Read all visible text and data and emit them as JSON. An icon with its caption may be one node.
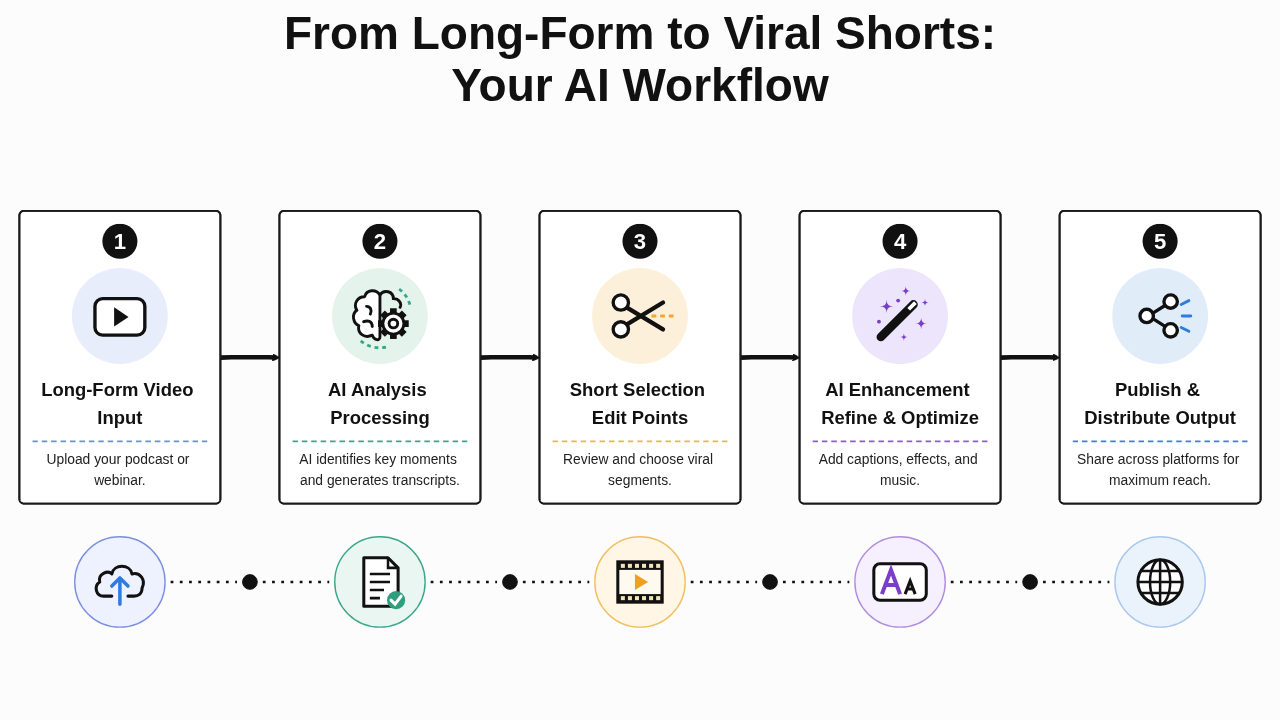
{
  "diagram": {
    "title": "From Long-Form to Viral Shorts: Your AI Workflow",
    "nodes": [
      {
        "text": [
          "1",
          "Long-Form Video Input",
          "Upload your podcast or webinar."
        ]
      },
      {
        "text": [
          "2",
          "AI Analysis Processing",
          "AI identifies key moments and generates transcripts."
        ]
      },
      {
        "text": [
          "3",
          "Short Selection Edit Points",
          "Review and choose viral segments."
        ]
      },
      {
        "text": [
          "4",
          "AI Enhancement Refine & Optimize",
          "Add captions, effects, and music."
        ]
      },
      {
        "text": [
          "5",
          "Publish & Distribute Output",
          "Share across platforms for maximum reach."
        ]
      },
      {
        "text": [],
        "shape": "circle"
      },
      {
        "text": [],
        "shape": "dot"
      },
      {
        "text": [],
        "shape": "circle"
      },
      {
        "text": [],
        "shape": "dot"
      },
      {
        "text": [],
        "shape": "circle"
      },
      {
        "text": [],
        "shape": "dot"
      },
      {
        "text": [],
        "shape": "circle"
      },
      {
        "text": [],
        "shape": "dot"
      },
      {
        "text": [],
        "shape": "circle"
      }
    ],
    "edges": [
      {
        "from": 0,
        "to": 1,
        "arrow": "to",
        "style": "thick"
      },
      {
        "from": 1,
        "to": 2,
        "arrow": "to",
        "style": "thick"
      },
      {
        "from": 2,
        "to": 3,
        "arrow": "to",
        "style": "thick"
      },
      {
        "from": 3,
        "to": 4,
        "arrow": "to",
        "style": "thick"
      },
      {
        "from": 5,
        "to": 6,
        "arrow": "none",
        "style": "dashed"
      },
      {
        "from": 6,
        "to": 7,
        "arrow": "none",
        "style": "dashed"
      },
      {
        "from": 7,
        "to": 8,
        "arrow": "none",
        "style": "dashed"
      },
      {
        "from": 8,
        "to": 9,
        "arrow": "none",
        "style": "dashed"
      },
      {
        "from": 9,
        "to": 10,
        "arrow": "none",
        "style": "dashed"
      },
      {
        "from": 10,
        "to": 11,
        "arrow": "none",
        "style": "dashed"
      },
      {
        "from": 11,
        "to": 12,
        "arrow": "none",
        "style": "dashed"
      },
      {
        "from": 12,
        "to": 13,
        "arrow": "none",
        "style": "dashed"
      }
    ]
  }
}
